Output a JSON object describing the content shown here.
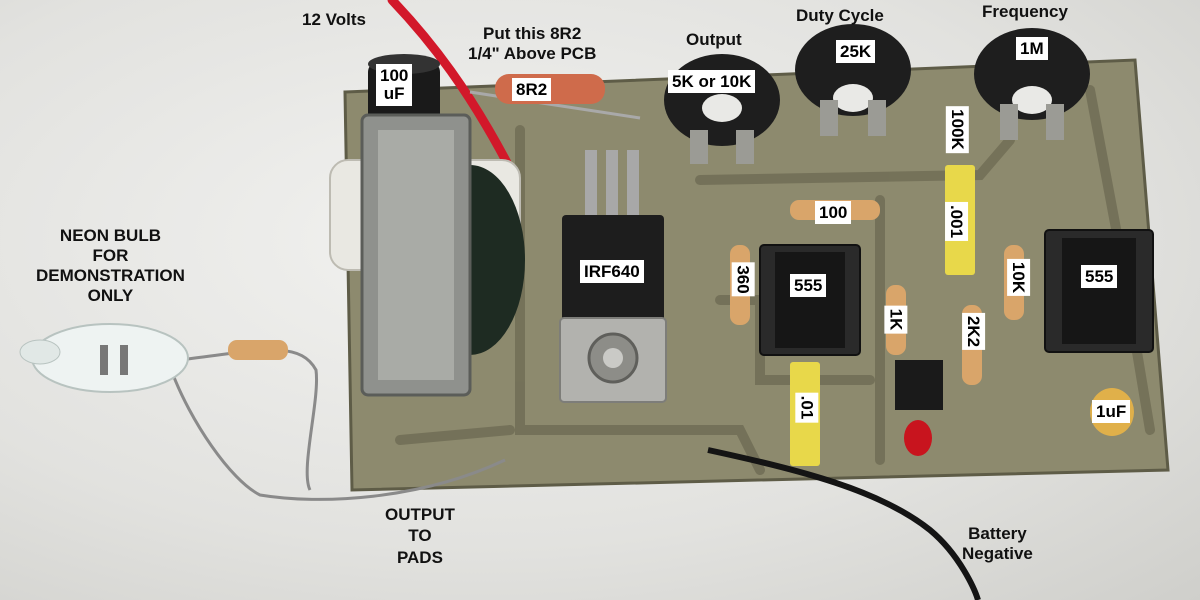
{
  "labels": {
    "supply": "12 Volts",
    "resistor_note_line1": "Put this 8R2",
    "resistor_note_line2": "1/4\" Above PCB",
    "output_pot": "Output",
    "duty_cycle": "Duty Cycle",
    "frequency": "Frequency",
    "neon_line1": "NEON  BULB",
    "neon_line2": "FOR",
    "neon_line3": "DEMONSTRATION",
    "neon_line4": "ONLY",
    "output_pads_line1": "OUTPUT",
    "output_pads_line2": "TO",
    "output_pads_line3": "PADS",
    "battery_line1": "Battery",
    "battery_line2": "Negative"
  },
  "components": {
    "capacitor_100uf_line1": "100",
    "capacitor_100uf_line2": "uF",
    "resistor_8r2": "8R2",
    "pot_output": "5K or 10K",
    "pot_duty": "25K",
    "pot_frequency": "1M",
    "mosfet": "IRF640",
    "resistor_100k": "100K",
    "cap_001": ".001",
    "resistor_100": "100",
    "resistor_360": "360",
    "ic_555_left": "555",
    "ic_555_right": "555",
    "resistor_1k": "1K",
    "resistor_2k2": "2K2",
    "resistor_10k": "10K",
    "cap_01": ".01",
    "cap_1uf": "1uF"
  },
  "colors": {
    "pcb": "#8d8a6e",
    "wire_red": "#d2182a",
    "wire_black": "#141414",
    "capacitor_yellow": "#e8d84a",
    "led_red": "#c8141e"
  }
}
